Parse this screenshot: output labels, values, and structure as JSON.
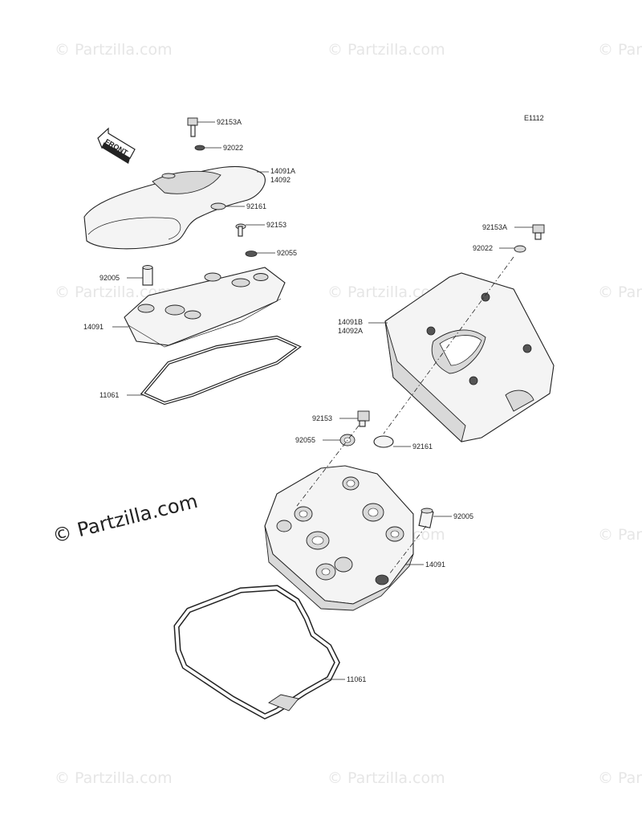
{
  "diagram": {
    "figure_code": "E1112",
    "front_marker": "FRONT",
    "copyright_text": "© Partzilla.com",
    "watermark_text": "© Partzilla.com",
    "callouts": {
      "tl_92153A": "92153A",
      "tl_92022": "92022",
      "tl_14091A": "14091A",
      "tl_14092": "14092",
      "tl_92161": "92161",
      "tl_92153": "92153",
      "tl_92055": "92055",
      "tl_92005": "92005",
      "tl_14091": "14091",
      "tl_11061": "11061",
      "r_92153A": "92153A",
      "r_92022": "92022",
      "r_14091B": "14091B",
      "r_14092A": "14092A",
      "r_92153": "92153",
      "r_92055": "92055",
      "r_92161": "92161",
      "r_92005": "92005",
      "r_14091": "14091",
      "r_11061": "11061"
    }
  }
}
